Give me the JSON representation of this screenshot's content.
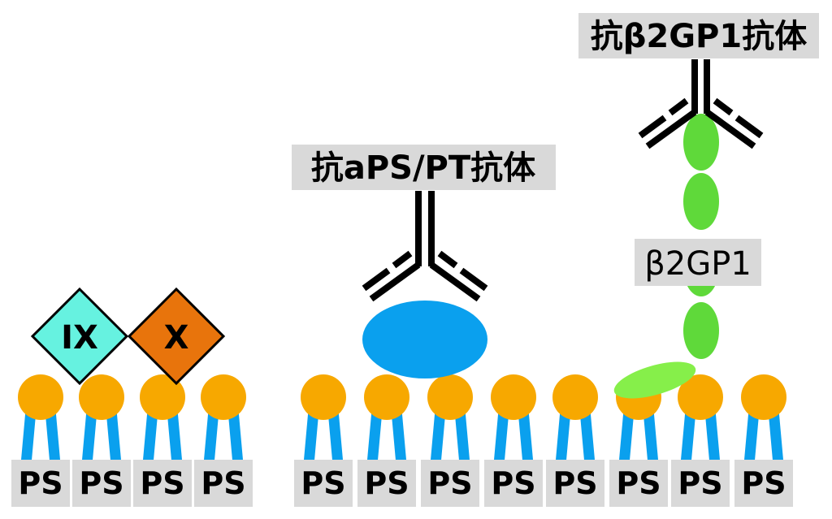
{
  "labels": {
    "anti_aps_pt": "抗aPS/PT抗体",
    "anti_b2gp1": "抗β2GP1抗体",
    "b2gp1": "β2GP1",
    "ps": "PS"
  },
  "factors": [
    {
      "label": "IX",
      "color": "#66f2e0"
    },
    {
      "label": "X",
      "color": "#e8740c"
    }
  ],
  "colors": {
    "lipid_head": "#f7a800",
    "lipid_tail": "#0aa0ee",
    "prothrombin": "#0aa0ee",
    "b2gp1_domain": "#5fd93a",
    "b2gp1_domain5": "#86ef4a",
    "label_bg": "#d9d9d9",
    "antibody": "#000000"
  }
}
